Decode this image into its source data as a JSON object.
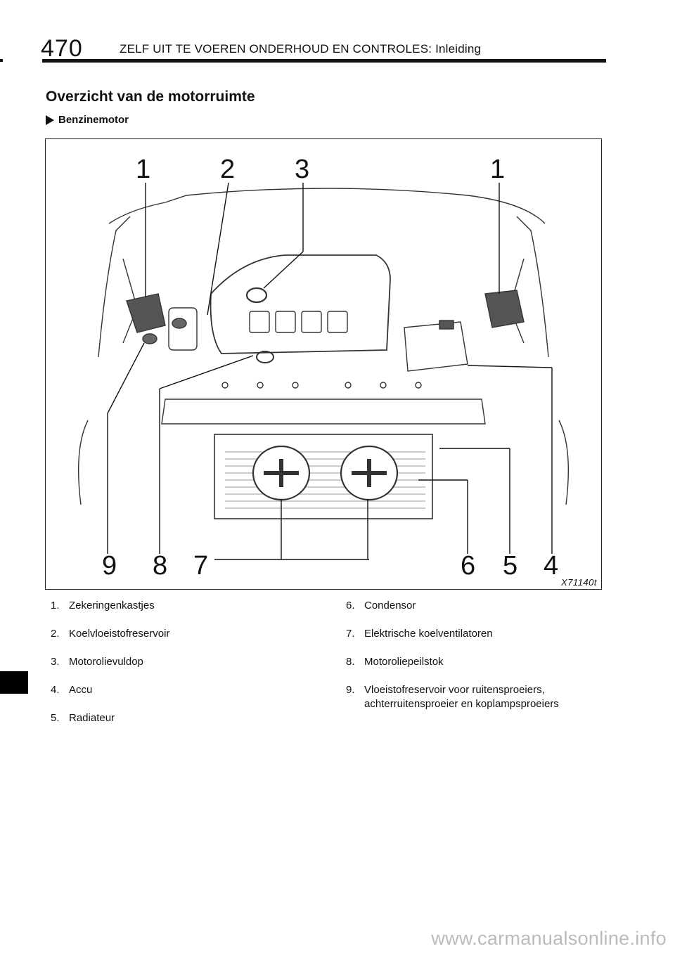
{
  "header": {
    "page_number": "470",
    "title": "ZELF UIT TE VOEREN ONDERHOUD EN CONTROLES: Inleiding"
  },
  "section_title": "Overzicht van de motorruimte",
  "subsection_title": "Benzinemotor",
  "figure": {
    "code": "X71140t",
    "callouts": {
      "c1_left": "1",
      "c2": "2",
      "c3": "3",
      "c1_right": "1",
      "c9": "9",
      "c8": "8",
      "c7": "7",
      "c6": "6",
      "c5": "5",
      "c4": "4"
    }
  },
  "legend": {
    "left": [
      {
        "num": "1.",
        "text": "Zekeringenkastjes"
      },
      {
        "num": "2.",
        "text": "Koelvloeistofreservoir"
      },
      {
        "num": "3.",
        "text": "Motorolievuldop"
      },
      {
        "num": "4.",
        "text": "Accu"
      },
      {
        "num": "5.",
        "text": "Radiateur"
      }
    ],
    "right": [
      {
        "num": "6.",
        "text": "Condensor"
      },
      {
        "num": "7.",
        "text": "Elektrische koelventilatoren"
      },
      {
        "num": "8.",
        "text": "Motoroliepeilstok"
      },
      {
        "num": "9.",
        "text": "Vloeistofreservoir voor ruitensproeiers, achterruitensproeier en koplampsproeiers"
      }
    ]
  },
  "watermark": "www.carmanualsonline.info"
}
